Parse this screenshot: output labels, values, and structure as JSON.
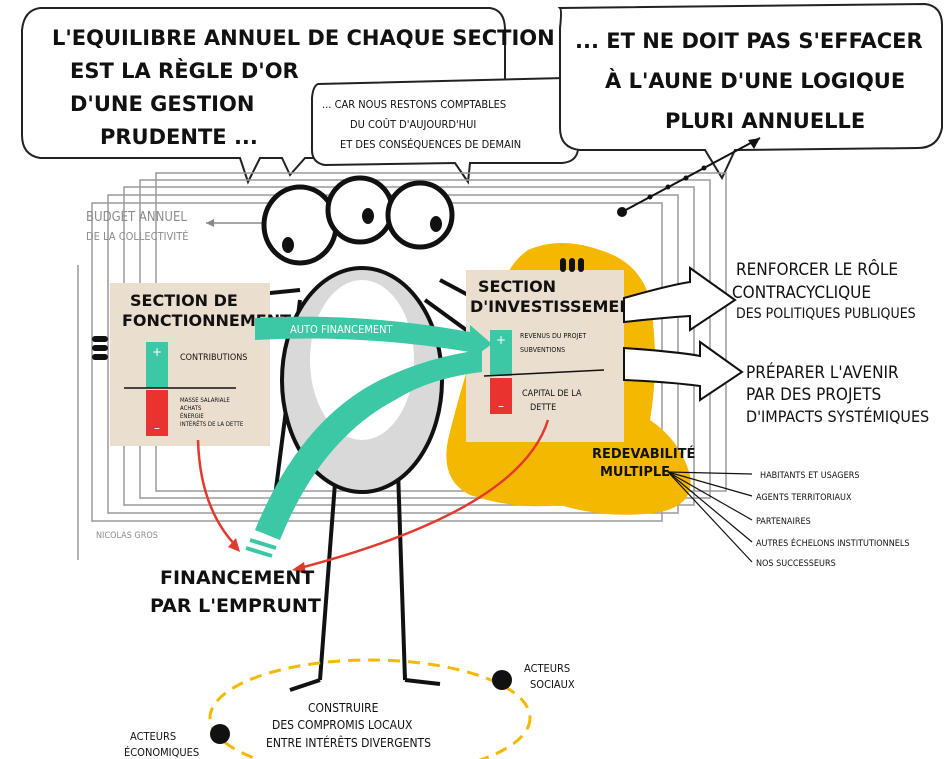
{
  "bubbles": {
    "left": [
      "L'EQUILIBRE ANNUEL DE CHAQUE SECTION",
      "EST LA RÈGLE D'OR",
      "D'UNE GESTION",
      "PRUDENTE ..."
    ],
    "middle": [
      "... CAR NOUS RESTONS COMPTABLES",
      "DU COÛT D'AUJOURD'HUI",
      "ET DES CONSÉQUENCES DE DEMAIN"
    ],
    "right": [
      "... ET NE DOIT PAS S'EFFACER",
      "À L'AUNE D'UNE LOGIQUE",
      "PLURI ANNUELLE"
    ]
  },
  "budget_label": [
    "BUDGET ANNUEL",
    "DE LA COLLECTIVITÉ"
  ],
  "fonctionnement": {
    "title": [
      "SECTION DE",
      "FONCTIONNEMENT"
    ],
    "plus_label": "CONTRIBUTIONS",
    "minus_labels": [
      "MASSE SALARIALE",
      "ACHATS",
      "ÉNERGIE",
      "INTÉRÊTS DE LA DETTE"
    ]
  },
  "autofinancement_label": "AUTO FINANCEMENT",
  "investissement": {
    "title": [
      "SECTION",
      "D'INVESTISSEMENT"
    ],
    "plus_labels": [
      "REVENUS DU PROJET",
      "SUBVENTIONS"
    ],
    "minus_label": [
      "CAPITAL DE LA",
      "DETTE"
    ]
  },
  "outcomes": {
    "first": [
      "RENFORCER LE RÔLE",
      "CONTRACYCLIQUE",
      "DES POLITIQUES PUBLIQUES"
    ],
    "second": [
      "PRÉPARER L'AVENIR",
      "PAR DES PROJETS",
      "D'IMPACTS SYSTÉMIQUES"
    ]
  },
  "redevabilite": {
    "title": [
      "REDEVABILITÉ",
      "MULTIPLE"
    ],
    "items": [
      "HABITANTS ET USAGERS",
      "AGENTS TERRITORIAUX",
      "PARTENAIRES",
      "AUTRES ÉCHELONS INSTITUTIONNELS",
      "NOS SUCCESSEURS"
    ]
  },
  "emprunt_label": [
    "FINANCEMENT",
    "PAR L'EMPRUNT"
  ],
  "signature": "NICOLAS GROS",
  "bottom": {
    "compromis": [
      "CONSTRUIRE",
      "DES COMPROMIS LOCAUX",
      "ENTRE INTÉRÊTS DIVERGENTS"
    ],
    "acteurs_sociaux": [
      "ACTEURS",
      "SOCIAUX"
    ],
    "acteurs_economiques": [
      "ACTEURS",
      "ÉCONOMIQUES"
    ]
  },
  "colors": {
    "teal": "#3cc8a5",
    "red": "#e8332f",
    "yellow": "#f5b800",
    "panel": "#eadfcf",
    "arrow_red": "#e23a2e"
  }
}
